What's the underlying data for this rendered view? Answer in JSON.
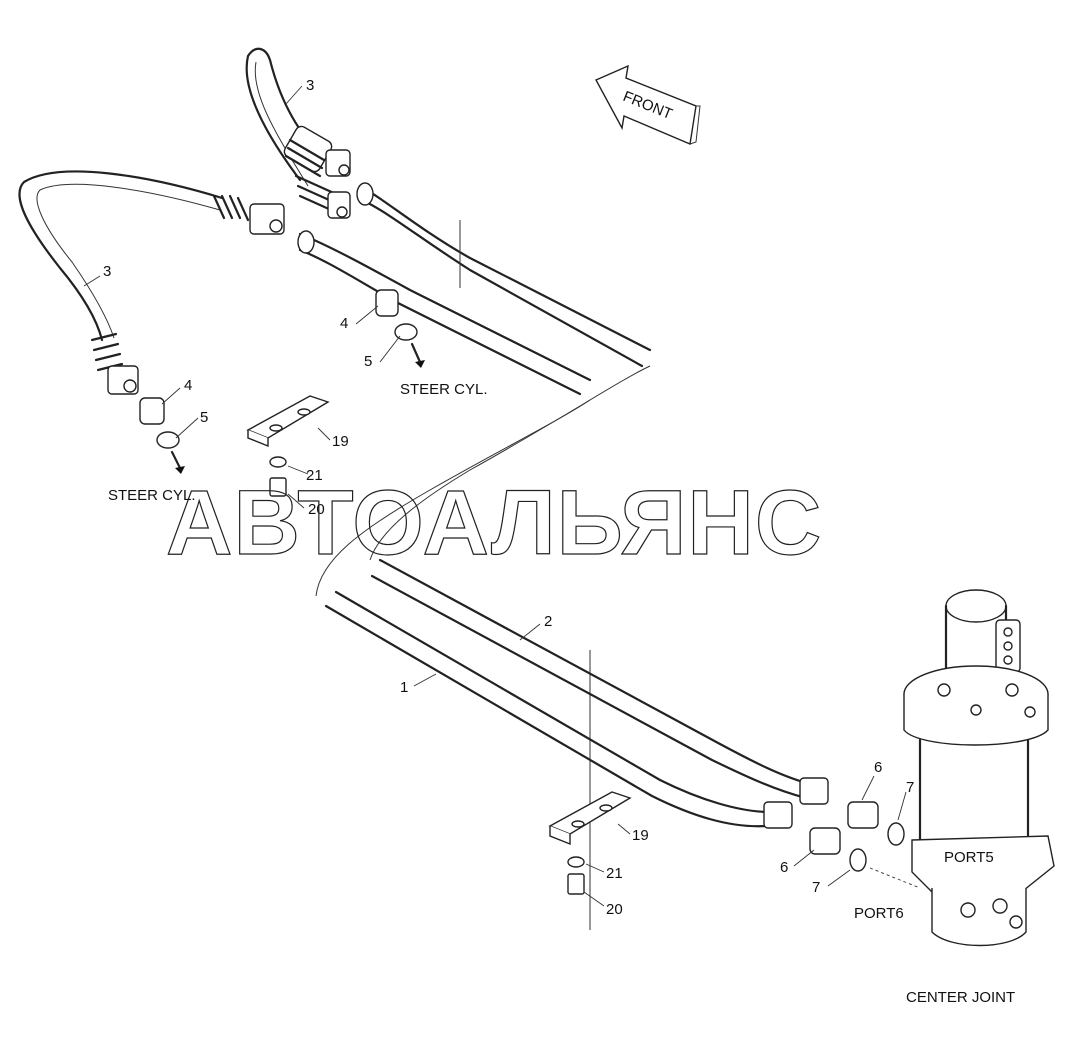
{
  "front_label": "FRONT",
  "watermark": "АВТОАЛЬЯНС",
  "labels": {
    "steer_cyl_right": "STEER CYL.",
    "steer_cyl_left": "STEER CYL.",
    "port5": "PORT5",
    "port6": "PORT6",
    "center_joint": "CENTER JOINT"
  },
  "callouts": {
    "hose_top": "3",
    "hose_left": "3",
    "fitting_top": "4",
    "oring_top": "5",
    "fitting_left": "4",
    "oring_left": "5",
    "clamp_top": "19",
    "washer_top": "21",
    "bolt_top": "20",
    "pipe_2": "2",
    "pipe_1": "1",
    "fitting_6_upper": "6",
    "oring_7_upper": "7",
    "fitting_6_lower": "6",
    "oring_7_lower": "7",
    "clamp_bottom": "19",
    "washer_bottom": "21",
    "bolt_bottom": "20"
  }
}
